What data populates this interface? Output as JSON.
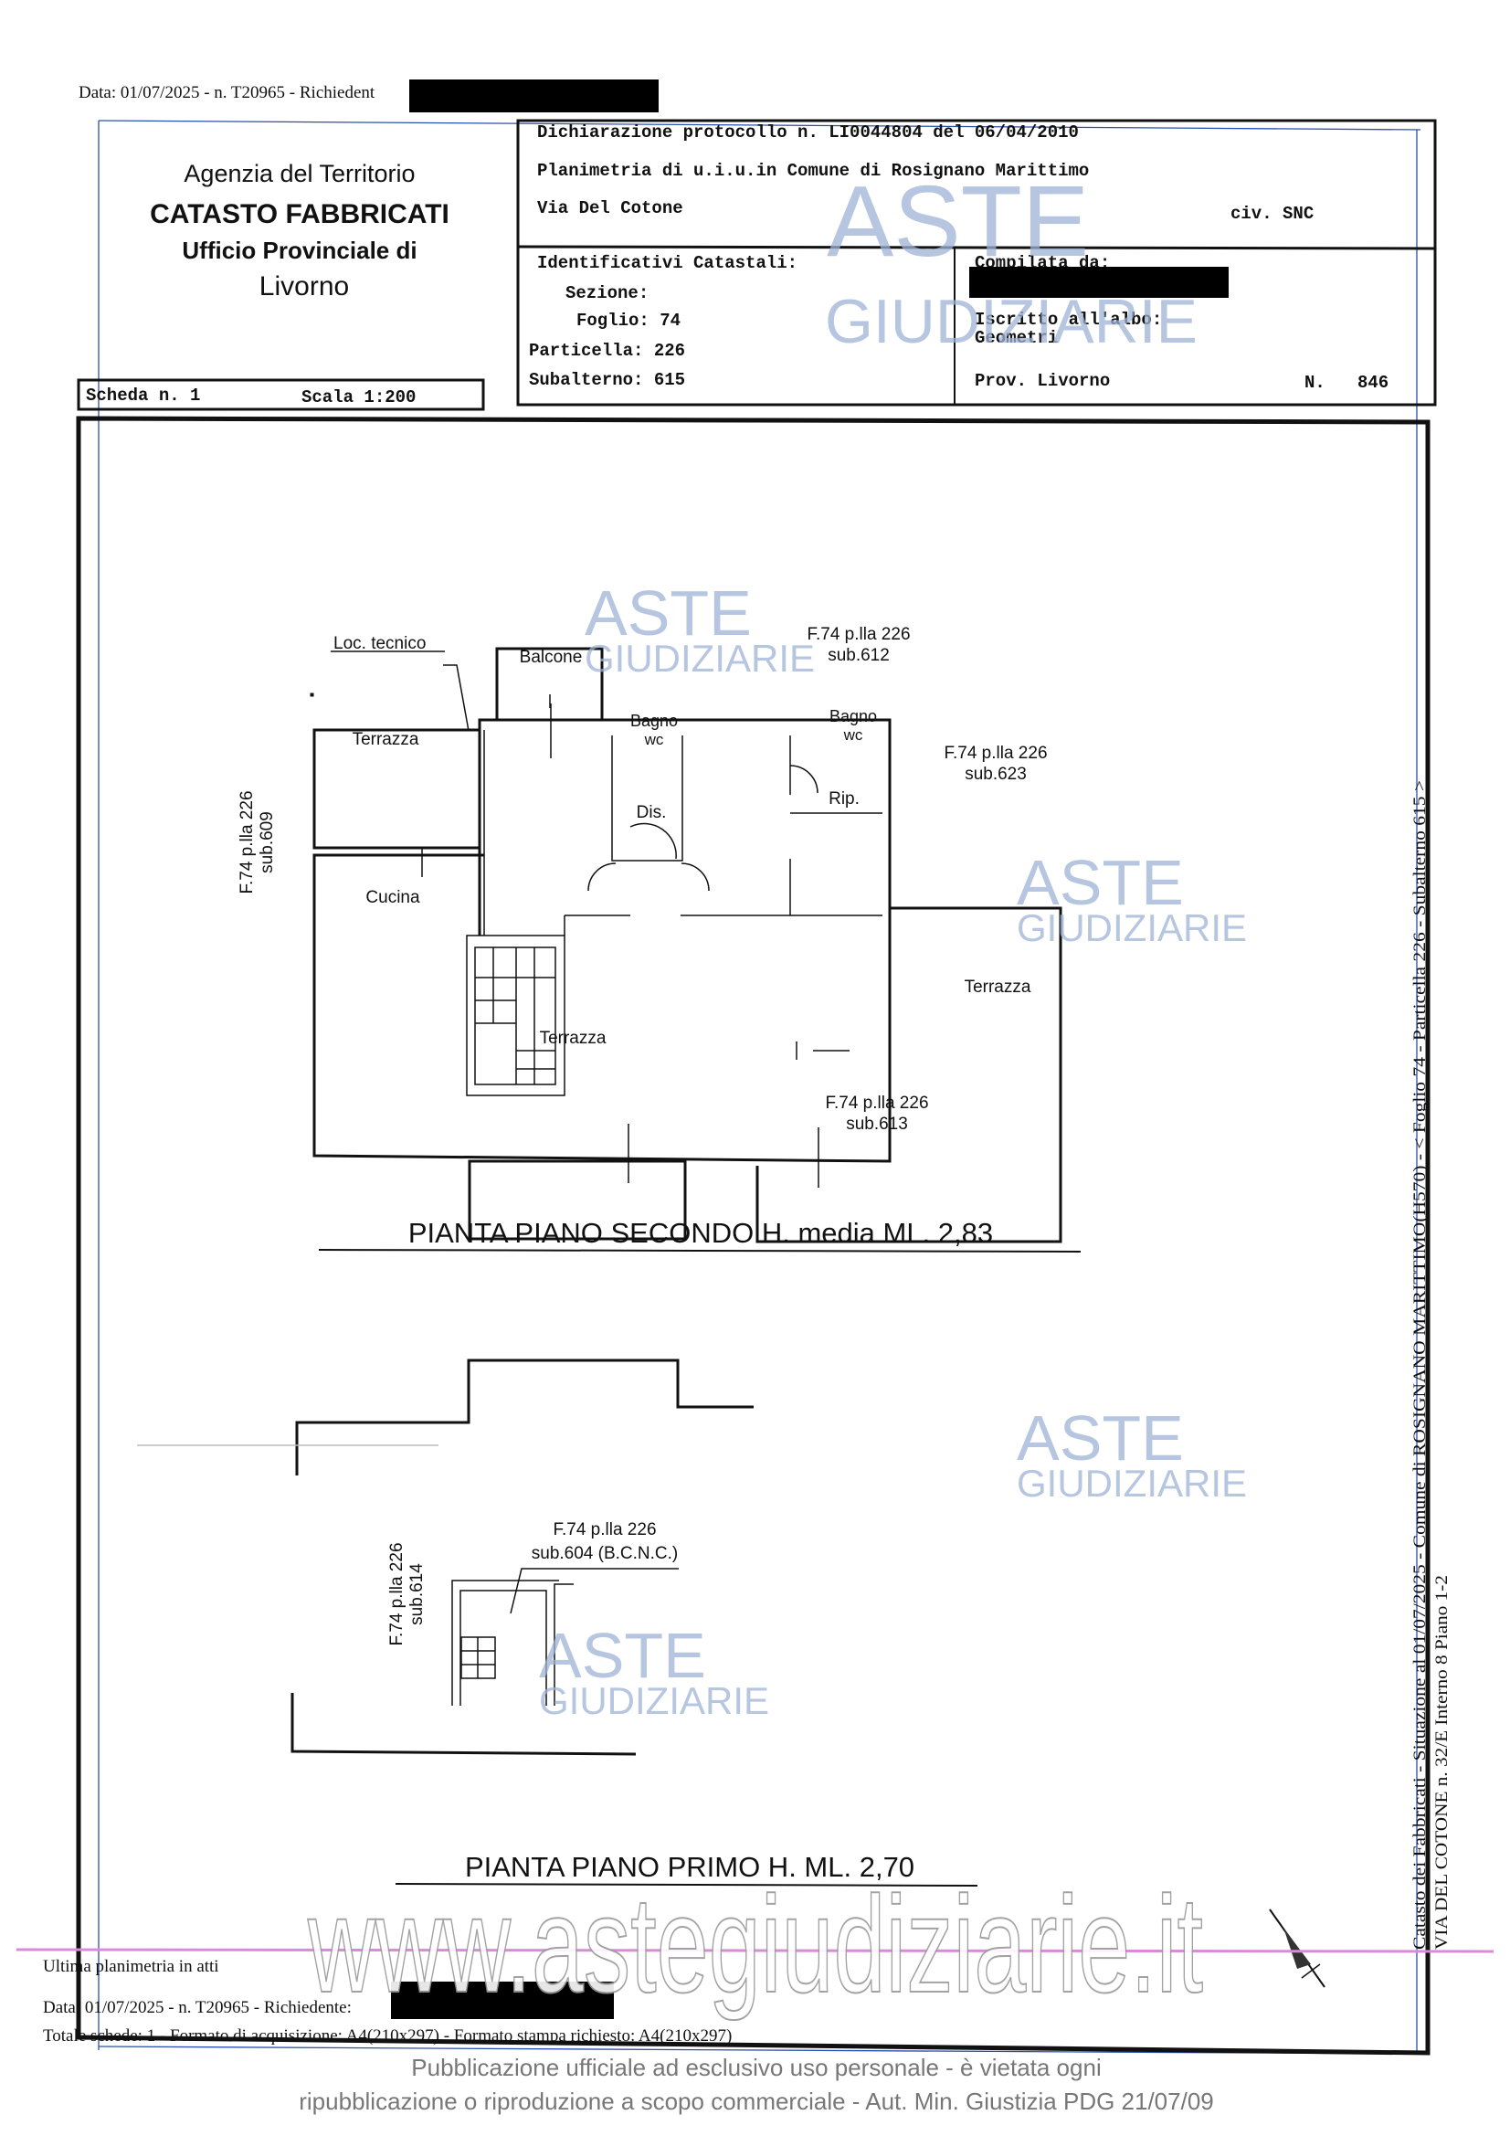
{
  "top_header": {
    "request_line": "Data: 01/07/2025 - n. T20965 - Richiedent"
  },
  "agency": {
    "line1": "Agenzia del Territorio",
    "line2": "CATASTO FABBRICATI",
    "line3": "Ufficio Provinciale di",
    "line4": "Livorno"
  },
  "sheet": {
    "scheda": "Scheda n. 1",
    "scala": "Scala 1:200"
  },
  "declaration": {
    "protocol": "Dichiarazione protocollo n. LI0044804 del 06/04/2010",
    "planimetria": "Planimetria di u.i.u.in Comune di Rosignano Marittimo",
    "street": "Via Del Cotone",
    "civ": "civ. SNC"
  },
  "identifiers": {
    "title": "Identificativi Catastali:",
    "sezione": "Sezione:",
    "foglio": "Foglio: 74",
    "particella": "Particella: 226",
    "subalterno": "Subalterno: 615"
  },
  "compiler": {
    "compilata": "Compilata da:",
    "iscritto": "Iscritto all'albo:",
    "albo": "Geometri",
    "prov": "Prov. Livorno",
    "n_label": "N.",
    "n_value": "846"
  },
  "plan_second": {
    "labels": {
      "loc_tecnico": "Loc. tecnico",
      "balcone": "Balcone",
      "terrazza_nw": "Terrazza",
      "bagno1": "Bagno",
      "wc1": "wc",
      "bagno2": "Bagno",
      "wc2": "wc",
      "dis": "Dis.",
      "rip": "Rip.",
      "cucina": "Cucina",
      "terrazza_e": "Terrazza",
      "terrazza_s": "Terrazza"
    },
    "neighbors": {
      "n612_a": "F.74 p.lla 226",
      "n612_b": "sub.612",
      "n623_a": "F.74 p.lla 226",
      "n623_b": "sub.623",
      "n613_a": "F.74 p.lla 226",
      "n613_b": "sub.613",
      "n609_a": "F.74 p.lla 226",
      "n609_b": "sub.609"
    },
    "title": "PIANTA PIANO SECONDO H. media ML. 2,83"
  },
  "plan_first": {
    "neighbors": {
      "n604_a": "F.74 p.lla 226",
      "n604_b": "sub.604 (B.C.N.C.)",
      "n614_a": "F.74 p.lla 226",
      "n614_b": "sub.614"
    },
    "title": "PIANTA PIANO PRIMO H. ML. 2,70"
  },
  "side_text": {
    "line1": "Catasto dei Fabbricati - Situazione al 01/07/2025 - Comune di ROSIGNANO MARITTIMO(H570) - < Foglio 74 - Particella 226 - Subalterno 615 >",
    "line2": "VIA DEL COTONE n. 32/E  Interno 8 Piano 1-2"
  },
  "footer": {
    "ultima": "Ultima planimetria in atti",
    "request": "Data: 01/07/2025 - n. T20965 - Richiedente:",
    "totale": "Totale schede: 1 - Formato di acquisizione: A4(210x297)  - Formato stampa richiesto: A4(210x297)"
  },
  "watermark": {
    "brand_top": "ASTE",
    "brand_bottom": "GIUDIZIARIE",
    "site": "www.astegiudiziarie.it",
    "notice1": "Pubblicazione ufficiale ad esclusivo uso personale - è vietata ogni",
    "notice2": "ripubblicazione o riproduzione a scopo commerciale - Aut. Min. Giustizia PDG 21/07/09"
  },
  "colors": {
    "frame_blue": "#2a4fb0",
    "pink_line": "#d98ad9",
    "watermark_blue": "#9fb3d6"
  }
}
